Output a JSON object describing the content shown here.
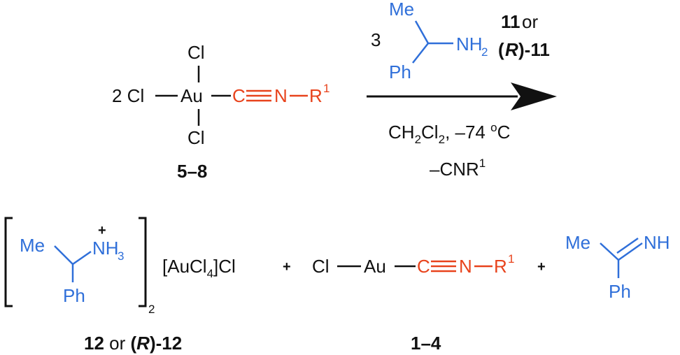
{
  "colors": {
    "black": "#111111",
    "blue": "#2f6fd9",
    "red": "#e8431c"
  },
  "reactant": {
    "cl_top": "Cl",
    "cl_bottom": "Cl",
    "cl_left": "2 Cl",
    "metal": "Au",
    "c": "C",
    "n": "N",
    "r": "R",
    "r_sup": "1",
    "label": "5–8"
  },
  "reagent": {
    "equiv": "3",
    "me": "Me",
    "nh2": "NH",
    "nh2_sub": "2",
    "ph": "Ph",
    "label_line1_num": "11",
    "label_line1_rest": " or",
    "label_line2_paren_open": "(",
    "label_line2_r": "R",
    "label_line2_rest": ")-11"
  },
  "conditions": {
    "solvent_a": "CH",
    "solvent_sub1": "2",
    "solvent_b": "Cl",
    "solvent_sub2": "2",
    "solvent_c": ", –74 ",
    "deg": "o",
    "unit": "C",
    "byproduct": "–CNR",
    "byproduct_sup": "1"
  },
  "product1": {
    "me": "Me",
    "nh3": "NH",
    "nh3_sub": "3",
    "plus": "+",
    "ph": "Ph",
    "bracket_sub": "2",
    "counterion_a": "[AuCl",
    "counterion_sub": "4",
    "counterion_b": "]Cl",
    "label_num": "12",
    "label_or": " or ",
    "label_paren_open": "(",
    "label_r": "R",
    "label_rest": ")-12"
  },
  "plus_sign": "+",
  "product2": {
    "cl": "Cl",
    "metal": "Au",
    "c": "C",
    "n": "N",
    "r": "R",
    "r_sup": "1",
    "label": "1–4"
  },
  "product3": {
    "me": "Me",
    "nh": "NH",
    "ph": "Ph"
  }
}
